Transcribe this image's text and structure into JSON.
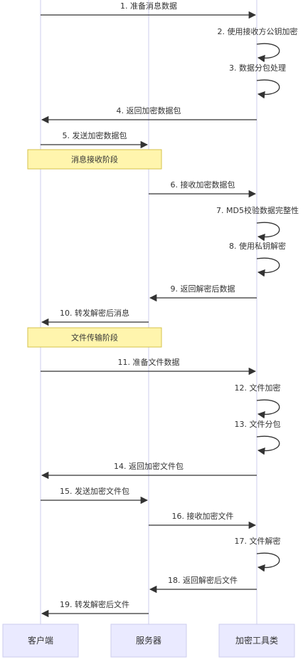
{
  "actors": [
    {
      "id": "client",
      "label": "客户端"
    },
    {
      "id": "server",
      "label": "服务器"
    },
    {
      "id": "crypto",
      "label": "加密工具类"
    }
  ],
  "colors": {
    "lifeline": "#ccccee",
    "actor_fill": "#eaeaff",
    "actor_stroke": "#ccccee",
    "note_fill": "#fff5ad",
    "note_stroke": "#d4c24a",
    "arrow": "#333333",
    "text": "#333333"
  },
  "messages": [
    {
      "from": "client",
      "to": "crypto",
      "text": "1. 准备消息数据"
    },
    {
      "from": "crypto",
      "to": "crypto",
      "text": "2. 使用接收方公钥加密"
    },
    {
      "from": "crypto",
      "to": "crypto",
      "text": "3. 数据分包处理"
    },
    {
      "from": "crypto",
      "to": "client",
      "text": "4. 返回加密数据包"
    },
    {
      "from": "client",
      "to": "server",
      "text": "5. 发送加密数据包"
    },
    {
      "from": "server",
      "to": "crypto",
      "text": "6. 接收加密数据包"
    },
    {
      "from": "crypto",
      "to": "crypto",
      "text": "7. MD5校验数据完整性"
    },
    {
      "from": "crypto",
      "to": "crypto",
      "text": "8. 使用私钥解密"
    },
    {
      "from": "crypto",
      "to": "server",
      "text": "9. 返回解密后数据"
    },
    {
      "from": "server",
      "to": "client",
      "text": "10. 转发解密后消息"
    },
    {
      "from": "client",
      "to": "crypto",
      "text": "11. 准备文件数据"
    },
    {
      "from": "crypto",
      "to": "crypto",
      "text": "12. 文件加密"
    },
    {
      "from": "crypto",
      "to": "crypto",
      "text": "13. 文件分包"
    },
    {
      "from": "crypto",
      "to": "client",
      "text": "14. 返回加密文件包"
    },
    {
      "from": "client",
      "to": "server",
      "text": "15. 发送加密文件包"
    },
    {
      "from": "server",
      "to": "crypto",
      "text": "16. 接收加密文件"
    },
    {
      "from": "crypto",
      "to": "crypto",
      "text": "17. 文件解密"
    },
    {
      "from": "crypto",
      "to": "server",
      "text": "18. 返回解密后文件"
    },
    {
      "from": "server",
      "to": "client",
      "text": "19. 转发解密后文件"
    }
  ],
  "notes": [
    {
      "over": [
        "client",
        "server"
      ],
      "text": "消息接收阶段"
    },
    {
      "over": [
        "client",
        "server"
      ],
      "text": "文件传输阶段"
    }
  ]
}
